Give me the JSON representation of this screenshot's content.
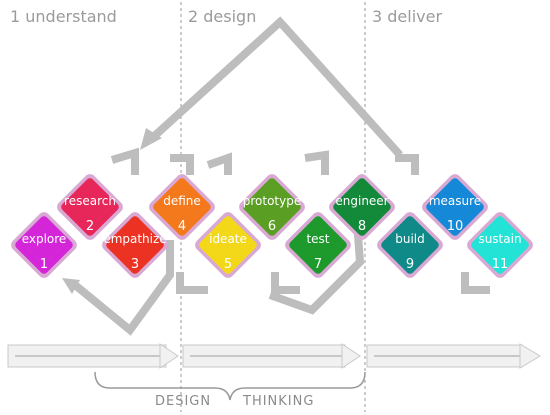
{
  "phases": {
    "understand": "1 understand",
    "design": "2 design",
    "deliver": "3 deliver"
  },
  "footer": {
    "left": "DESIGN",
    "right": "THINKING"
  },
  "colors": {
    "arrow": "#bdbdbd",
    "outline": "#d9a9d4",
    "divider": "#9a9a9a"
  },
  "steps": [
    {
      "label": "explore",
      "number": "1",
      "color": "#d426d8"
    },
    {
      "label": "research",
      "number": "2",
      "color": "#e7265a"
    },
    {
      "label": "empathize",
      "number": "3",
      "color": "#ec3223"
    },
    {
      "label": "define",
      "number": "4",
      "color": "#f4791c"
    },
    {
      "label": "ideate",
      "number": "5",
      "color": "#f3d81a"
    },
    {
      "label": "prototype",
      "number": "6",
      "color": "#5a9f23"
    },
    {
      "label": "test",
      "number": "7",
      "color": "#1e9a2d"
    },
    {
      "label": "engineer",
      "number": "8",
      "color": "#138a3a"
    },
    {
      "label": "build",
      "number": "9",
      "color": "#0f8a88"
    },
    {
      "label": "measure",
      "number": "10",
      "color": "#1588d8"
    },
    {
      "label": "sustain",
      "number": "11",
      "color": "#22e3d5"
    }
  ]
}
